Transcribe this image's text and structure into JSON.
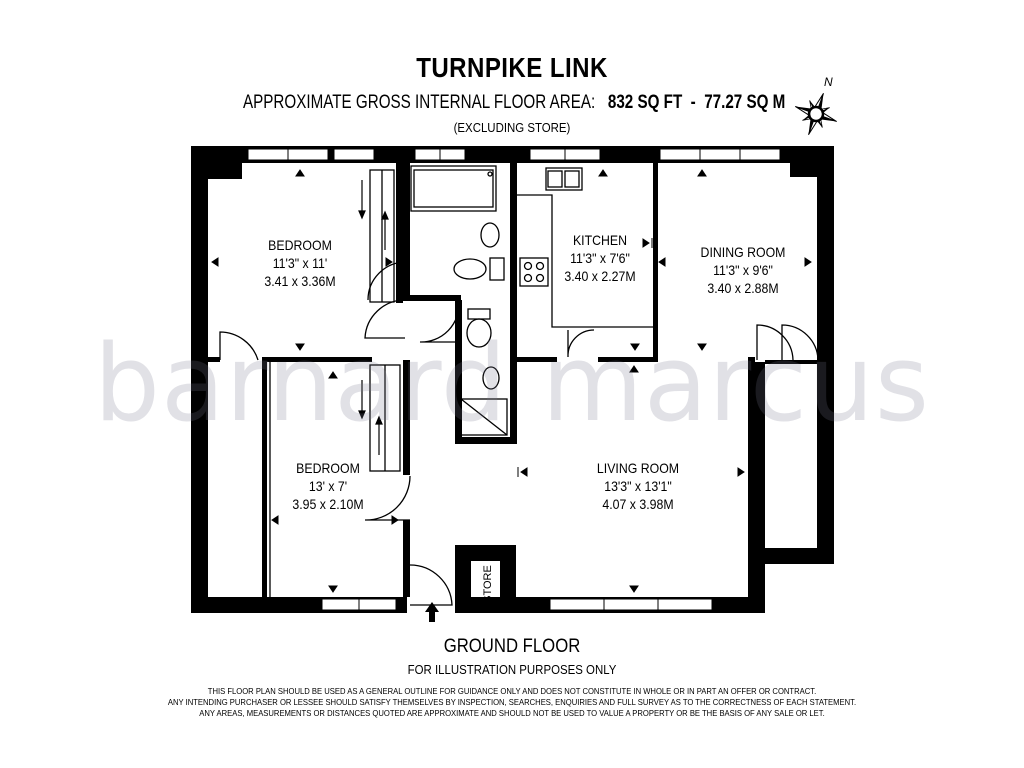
{
  "title": "TURNPIKE LINK",
  "area": {
    "label": "APPROXIMATE GROSS INTERNAL FLOOR AREA:",
    "sq_ft": "832 SQ FT",
    "sep": "-",
    "sq_m": "77.27 SQ M",
    "note": "(EXCLUDING STORE)"
  },
  "compass": {
    "label": "N"
  },
  "rooms": [
    {
      "name": "BEDROOM",
      "imperial": "11'3\" x 11'",
      "metric": "3.41 x 3.36M"
    },
    {
      "name": "KITCHEN",
      "imperial": "11'3\" x 7'6\"",
      "metric": "3.40 x 2.27M"
    },
    {
      "name": "DINING ROOM",
      "imperial": "11'3\" x 9'6\"",
      "metric": "3.40 x 2.88M"
    },
    {
      "name": "BEDROOM",
      "imperial": "13' x 7'",
      "metric": "3.95 x 2.10M"
    },
    {
      "name": "LIVING ROOM",
      "imperial": "13'3\" x 13'1\"",
      "metric": "4.07 x 3.98M"
    }
  ],
  "store_label": "STORE",
  "watermark": "barnard marcus",
  "floor_label": "GROUND FLOOR",
  "illustration_note": "FOR ILLUSTRATION PURPOSES ONLY",
  "disclaimer": [
    "THIS FLOOR PLAN SHOULD BE USED AS A GENERAL OUTLINE FOR GUIDANCE ONLY AND DOES NOT CONSTITUTE IN WHOLE OR IN PART AN OFFER OR CONTRACT.",
    "ANY INTENDING PURCHASER OR LESSEE SHOULD SATISFY THEMSELVES BY INSPECTION, SEARCHES, ENQUIRIES AND FULL SURVEY AS TO THE CORRECTNESS OF EACH STATEMENT.",
    "ANY AREAS, MEASUREMENTS OR DISTANCES QUOTED ARE APPROXIMATE AND SHOULD NOT BE USED TO VALUE A PROPERTY OR BE THE BASIS OF ANY SALE OR LET."
  ]
}
